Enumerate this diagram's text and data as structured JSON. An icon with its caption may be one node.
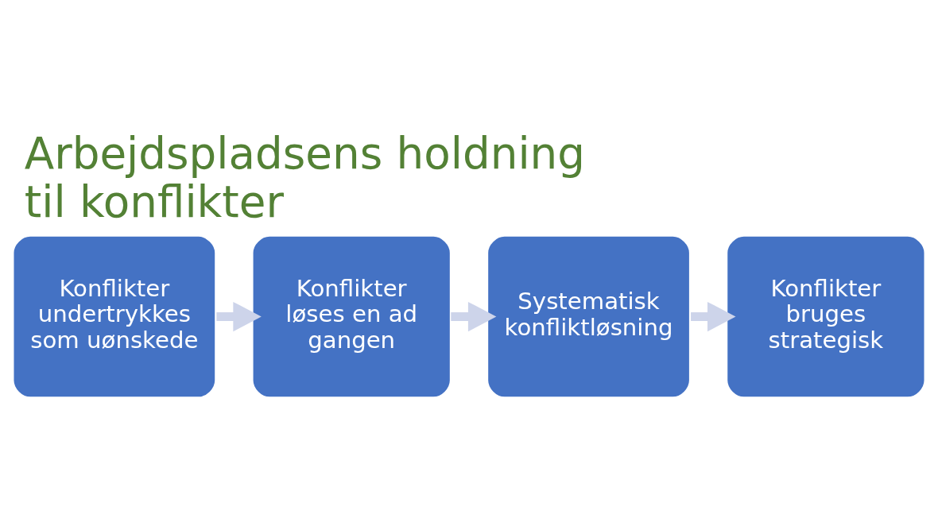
{
  "diagram": {
    "title": "Arbejdspladsens holdning til konflikter",
    "nodes": [
      {
        "text": [
          "Konflikter undertrykkes som uønskede"
        ]
      },
      {
        "text": [
          "Konflikter løses en ad gangen"
        ]
      },
      {
        "text": [
          "Systematisk konfliktløsning"
        ]
      },
      {
        "text": [
          "Konflikter bruges strategisk"
        ]
      }
    ],
    "edges": [
      {
        "from": 0,
        "to": 1,
        "arrow": "to"
      },
      {
        "from": 1,
        "to": 2,
        "arrow": "to"
      },
      {
        "from": 2,
        "to": 3,
        "arrow": "to"
      }
    ]
  }
}
